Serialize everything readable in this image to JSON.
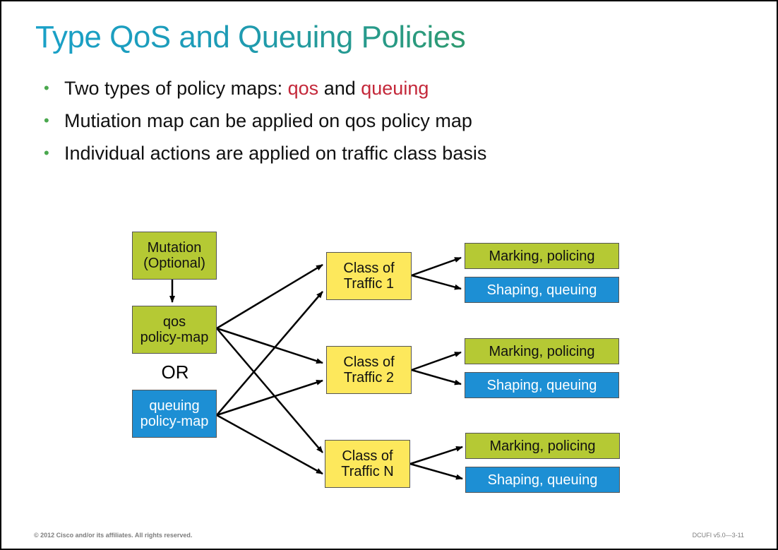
{
  "slide": {
    "title": "Type QoS and Queuing Policies",
    "bullets": [
      {
        "text_before": "Two types of policy maps: ",
        "emph1": "qos",
        "middle": " and ",
        "emph2": "queuing"
      },
      {
        "text": "Mutiation map can be applied on qos policy map"
      },
      {
        "text": "Individual actions are applied on traffic class basis"
      }
    ],
    "footer_left": "© 2012 Cisco and/or its affiliates. All rights reserved.",
    "footer_right": "DCUFI v5.0—3-11"
  },
  "diagram": {
    "mutation": "Mutation\n(Optional)",
    "qos_policy_map": "qos\npolicy-map",
    "or_label": "OR",
    "queuing_policy_map": "queuing\npolicy-map",
    "classes": [
      {
        "label": "Class of\nTraffic 1",
        "marking": "Marking, policing",
        "shaping": "Shaping, queuing"
      },
      {
        "label": "Class of\nTraffic 2",
        "marking": "Marking, policing",
        "shaping": "Shaping, queuing"
      },
      {
        "label": "Class of\nTraffic N",
        "marking": "Marking, policing",
        "shaping": "Shaping, queuing"
      }
    ]
  },
  "colors": {
    "title_start": "#1aa1c8",
    "title_end": "#2e9a6f",
    "bullet": "#4aa84e",
    "emphasis": "#c4283a",
    "green_box": "#b5c934",
    "yellow_box": "#fde85c",
    "blue_box": "#1d8fd4"
  }
}
